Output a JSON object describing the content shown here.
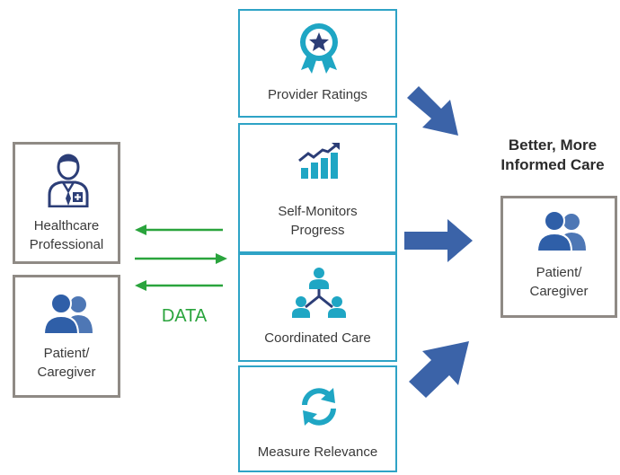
{
  "left_panel": {
    "professional_label": "Healthcare\nProfessional",
    "patient_label": "Patient/\nCaregiver"
  },
  "data_label": "DATA",
  "center_column": {
    "items": [
      {
        "label": "Provider Ratings",
        "icon": "award-ribbon-icon"
      },
      {
        "label": "Self-Monitors\nProgress",
        "icon": "growth-chart-icon"
      },
      {
        "label": "Coordinated Care",
        "icon": "network-people-icon"
      },
      {
        "label": "Measure Relevance",
        "icon": "refresh-cycle-icon"
      }
    ]
  },
  "outcome": {
    "title": "Better, More\nInformed Care",
    "patient_label": "Patient/\nCaregiver"
  },
  "colors": {
    "box_border_blue": "#2ea3c6",
    "box_border_gray": "#8f8a85",
    "icon_teal": "#1fa6c4",
    "icon_navy": "#2c3e77",
    "user_blue": "#2f5fa8",
    "arrow_green": "#2aa43d",
    "arrow_blue": "#3b63a8"
  }
}
